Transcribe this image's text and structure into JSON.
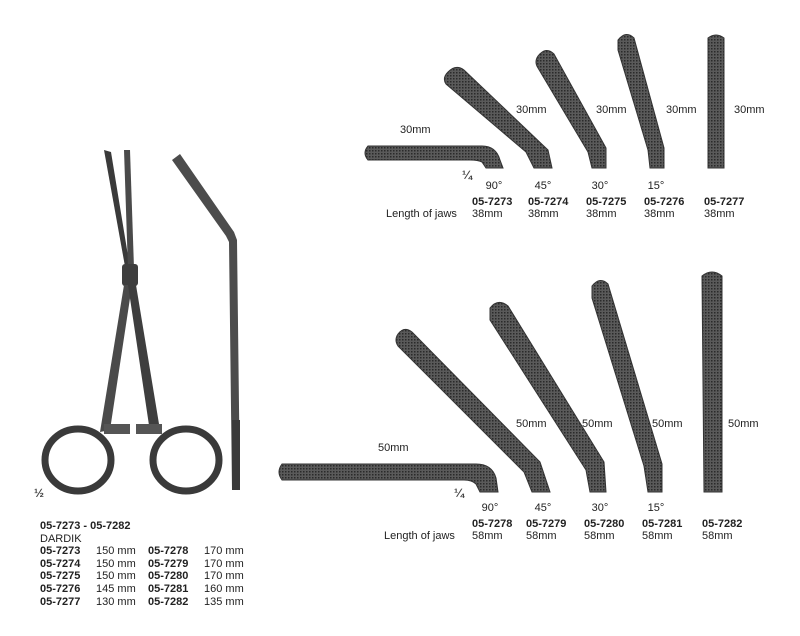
{
  "figure_a_scale": "½",
  "figure_b_scale": "¼",
  "figure_c_scale": "¼",
  "row_top": {
    "lengths": [
      "30mm",
      "30mm",
      "30mm",
      "30mm",
      "30mm"
    ],
    "angles": [
      "90°",
      "45°",
      "30°",
      "15°"
    ],
    "codes": [
      "05-7273",
      "05-7274",
      "05-7275",
      "05-7276",
      "05-7277"
    ],
    "jaws_label": "Length of jaws",
    "jaw_length": "38mm"
  },
  "row_bottom": {
    "lengths": [
      "50mm",
      "50mm",
      "50mm",
      "50mm",
      "50mm"
    ],
    "angles": [
      "90°",
      "45°",
      "30°",
      "15°"
    ],
    "codes": [
      "05-7278",
      "05-7279",
      "05-7280",
      "05-7281",
      "05-7282"
    ],
    "jaws_label": "Length of jaws",
    "jaw_length": "58mm"
  },
  "spec": {
    "range": "05-7273 - 05-7282",
    "name": "DARDIK",
    "rows": [
      [
        "05-7273",
        "150 mm",
        "05-7278",
        "170 mm"
      ],
      [
        "05-7274",
        "150 mm",
        "05-7279",
        "170 mm"
      ],
      [
        "05-7275",
        "150 mm",
        "05-7280",
        "170 mm"
      ],
      [
        "05-7276",
        "145 mm",
        "05-7281",
        "160 mm"
      ],
      [
        "05-7277",
        "130 mm",
        "05-7282",
        "135 mm"
      ]
    ]
  }
}
